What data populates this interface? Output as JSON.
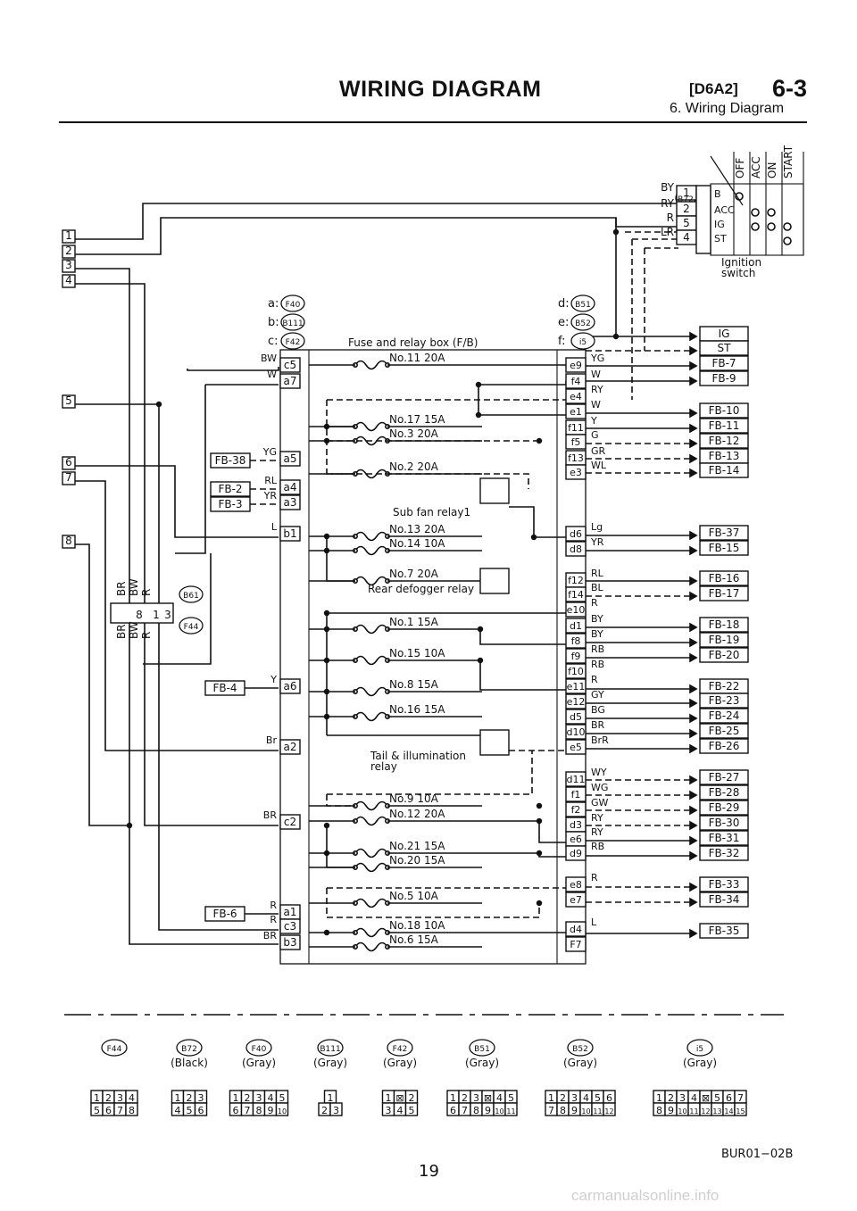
{
  "header": {
    "title": "WIRING DIAGRAM",
    "code": "[D6A2]",
    "page_code": "6-3",
    "subtitle": "6. Wiring Diagram"
  },
  "left_terminals": [
    "1",
    "2",
    "3",
    "4",
    "5",
    "6",
    "7",
    "8"
  ],
  "connector_legend": [
    {
      "key": "a:",
      "connector": "F40"
    },
    {
      "key": "b:",
      "connector": "B111"
    },
    {
      "key": "c:",
      "connector": "F42"
    },
    {
      "key": "d:",
      "connector": "B51"
    },
    {
      "key": "e:",
      "connector": "B52"
    },
    {
      "key": "f:",
      "connector": "i5"
    }
  ],
  "fuse_box_title": "Fuse and relay box (F/B)",
  "ignition_switch": {
    "connector": "B72",
    "positions": [
      "OFF",
      "ACC",
      "ON",
      "START"
    ],
    "terminals": [
      "B",
      "ACC",
      "IG",
      "ST"
    ],
    "pins": [
      "1",
      "2",
      "5",
      "4"
    ],
    "wires": [
      "BY",
      "RY",
      "R",
      "LR"
    ],
    "label_lines": [
      "Ignition",
      "switch"
    ]
  },
  "left_pins": [
    {
      "pin": "c5",
      "wire": "BW"
    },
    {
      "pin": "a7",
      "wire": "W"
    },
    {
      "pin": "a5",
      "wire": "YG"
    },
    {
      "pin": "a4",
      "wire": "RL"
    },
    {
      "pin": "a3",
      "wire": "YR"
    },
    {
      "pin": "b1",
      "wire": "L"
    },
    {
      "pin": "a6",
      "wire": "Y"
    },
    {
      "pin": "a2",
      "wire": "Br"
    },
    {
      "pin": "c2",
      "wire": "BR"
    },
    {
      "pin": "a1",
      "wire": "R"
    },
    {
      "pin": "c3",
      "wire": "R"
    },
    {
      "pin": "b3",
      "wire": "BR"
    }
  ],
  "left_refs": [
    "FB-38",
    "FB-2",
    "FB-3",
    "FB-4",
    "FB-6"
  ],
  "fuses": [
    "No.11 20A",
    "No.17 15A",
    "No.3 20A",
    "No.2 20A",
    "No.13 20A",
    "No.14 10A",
    "No.7 20A",
    "No.1 15A",
    "No.15 10A",
    "No.8 15A",
    "No.16 15A",
    "No.9 10A",
    "No.12 20A",
    "No.21 15A",
    "No.20 15A",
    "No.5 10A",
    "No.18 10A",
    "No.6 15A"
  ],
  "relays": {
    "sub_fan": "Sub fan relay1",
    "rear_defogger": "Rear defogger relay",
    "tail_1": "Tail & illumination",
    "tail_2": "relay"
  },
  "right_pins": [
    {
      "pin": "e9",
      "wire": "YG"
    },
    {
      "pin": "f4",
      "wire": "W"
    },
    {
      "pin": "e4",
      "wire": "RY"
    },
    {
      "pin": "e1",
      "wire": "W"
    },
    {
      "pin": "f11",
      "wire": "Y"
    },
    {
      "pin": "f5",
      "wire": "G"
    },
    {
      "pin": "f13",
      "wire": "GR"
    },
    {
      "pin": "e3",
      "wire": "WL"
    },
    {
      "pin": "d6",
      "wire": "Lg"
    },
    {
      "pin": "d8",
      "wire": "YR"
    },
    {
      "pin": "f12",
      "wire": "RL"
    },
    {
      "pin": "f14",
      "wire": "BL"
    },
    {
      "pin": "e10",
      "wire": "R"
    },
    {
      "pin": "d1",
      "wire": "BY"
    },
    {
      "pin": "f8",
      "wire": "BY"
    },
    {
      "pin": "f9",
      "wire": "RB"
    },
    {
      "pin": "f10",
      "wire": "RB"
    },
    {
      "pin": "e11",
      "wire": "R"
    },
    {
      "pin": "e12",
      "wire": "GY"
    },
    {
      "pin": "d5",
      "wire": "BG"
    },
    {
      "pin": "d10",
      "wire": "BR"
    },
    {
      "pin": "e5",
      "wire": "BrR"
    },
    {
      "pin": "d11",
      "wire": "WY"
    },
    {
      "pin": "f1",
      "wire": "WG"
    },
    {
      "pin": "f2",
      "wire": "GW"
    },
    {
      "pin": "d3",
      "wire": "RY"
    },
    {
      "pin": "e6",
      "wire": "RY"
    },
    {
      "pin": "d9",
      "wire": "RB"
    },
    {
      "pin": "e8",
      "wire": "R"
    },
    {
      "pin": "e7",
      "wire": ""
    },
    {
      "pin": "d4",
      "wire": "L"
    },
    {
      "pin": "F7",
      "wire": ""
    }
  ],
  "right_refs": [
    "IG",
    "ST",
    "FB-7",
    "FB-9",
    "FB-10",
    "FB-11",
    "FB-12",
    "FB-13",
    "FB-14",
    "FB-37",
    "FB-15",
    "FB-16",
    "FB-17",
    "FB-18",
    "FB-19",
    "FB-20",
    "FB-22",
    "FB-23",
    "FB-24",
    "FB-25",
    "FB-26",
    "FB-27",
    "FB-28",
    "FB-29",
    "FB-30",
    "FB-31",
    "FB-32",
    "FB-33",
    "FB-34",
    "FB-35"
  ],
  "b61_block": {
    "top_wires": [
      "BR",
      "BW",
      "R"
    ],
    "pins_top": [
      "8"
    ],
    "pins_bottom": [
      "1",
      "3"
    ],
    "bottom_wires": [
      "BR",
      "BW",
      "R"
    ],
    "connectors": [
      "B61",
      "F44"
    ]
  },
  "connector_views": [
    {
      "id": "F44",
      "color": "",
      "pins_top": "1|2|3|4",
      "pins_bottom": "5|6|7|8"
    },
    {
      "id": "B72",
      "color": "(Black)",
      "pins_top": "1|2|3",
      "pins_bottom": "4|5|6"
    },
    {
      "id": "F40",
      "color": "(Gray)",
      "pins_top": "1|2|3|4|5",
      "pins_bottom": "6|7|8|9|10"
    },
    {
      "id": "B111",
      "color": "(Gray)",
      "pins_top": "1",
      "pins_bottom": "2|3"
    },
    {
      "id": "F42",
      "color": "(Gray)",
      "pins_top": "1|⊠|2",
      "pins_bottom": "3|4|5"
    },
    {
      "id": "B51",
      "color": "(Gray)",
      "pins_top": "1|2|3|⊠|4|5",
      "pins_bottom": "6|7|8|9|10|11"
    },
    {
      "id": "B52",
      "color": "(Gray)",
      "pins_top": "1|2|3|4|5|6",
      "pins_bottom": "7|8|9|10|11|12"
    },
    {
      "id": "i5",
      "color": "(Gray)",
      "pins_top": "1|2|3|4|⊠|5|6|7",
      "pins_bottom": "8|9|10|11|12|13|14|15"
    }
  ],
  "figure_ref": "BUR01−02B",
  "page_number": "19",
  "watermark": "carmanualsonline.info"
}
